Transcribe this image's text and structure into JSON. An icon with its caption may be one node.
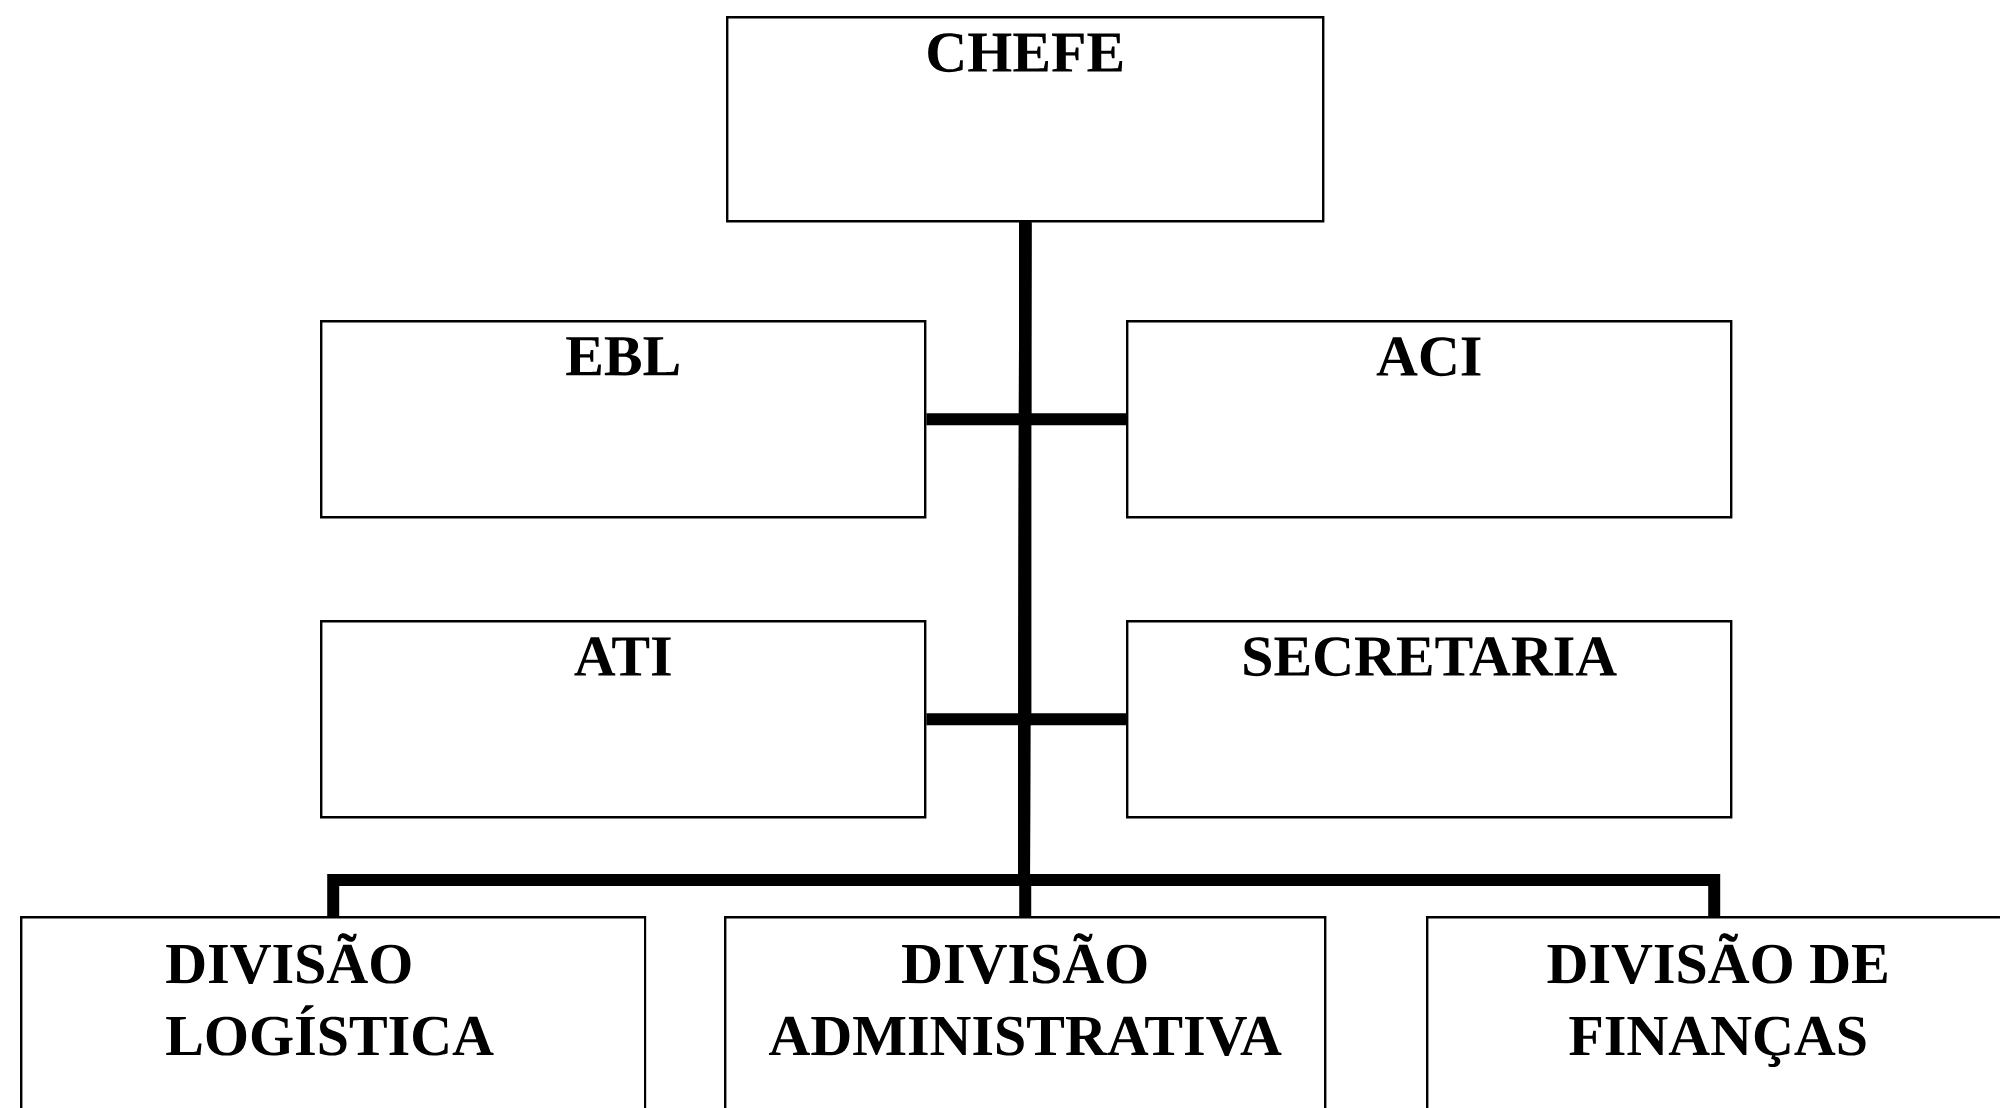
{
  "diagram": {
    "nodes": [
      {
        "text": [
          "CHEFE"
        ]
      },
      {
        "text": [
          "EBL"
        ]
      },
      {
        "text": [
          "ACI"
        ]
      },
      {
        "text": [
          "ATI"
        ]
      },
      {
        "text": [
          "SECRETARIA"
        ]
      },
      {
        "text": [
          "DIVISÃO LOGÍSTICA"
        ]
      },
      {
        "text": [
          "DIVISÃO ADMINISTRATIVA"
        ]
      },
      {
        "text": [
          "DIVISÃO DE FINANÇAS"
        ]
      }
    ],
    "edges": [
      {
        "from": 0,
        "to": 1,
        "arrow": "none"
      },
      {
        "from": 0,
        "to": 2,
        "arrow": "none"
      },
      {
        "from": 0,
        "to": 3,
        "arrow": "none"
      },
      {
        "from": 0,
        "to": 4,
        "arrow": "none"
      },
      {
        "from": 0,
        "to": 5,
        "arrow": "none"
      },
      {
        "from": 0,
        "to": 6,
        "arrow": "none"
      },
      {
        "from": 0,
        "to": 7,
        "arrow": "none"
      }
    ]
  }
}
